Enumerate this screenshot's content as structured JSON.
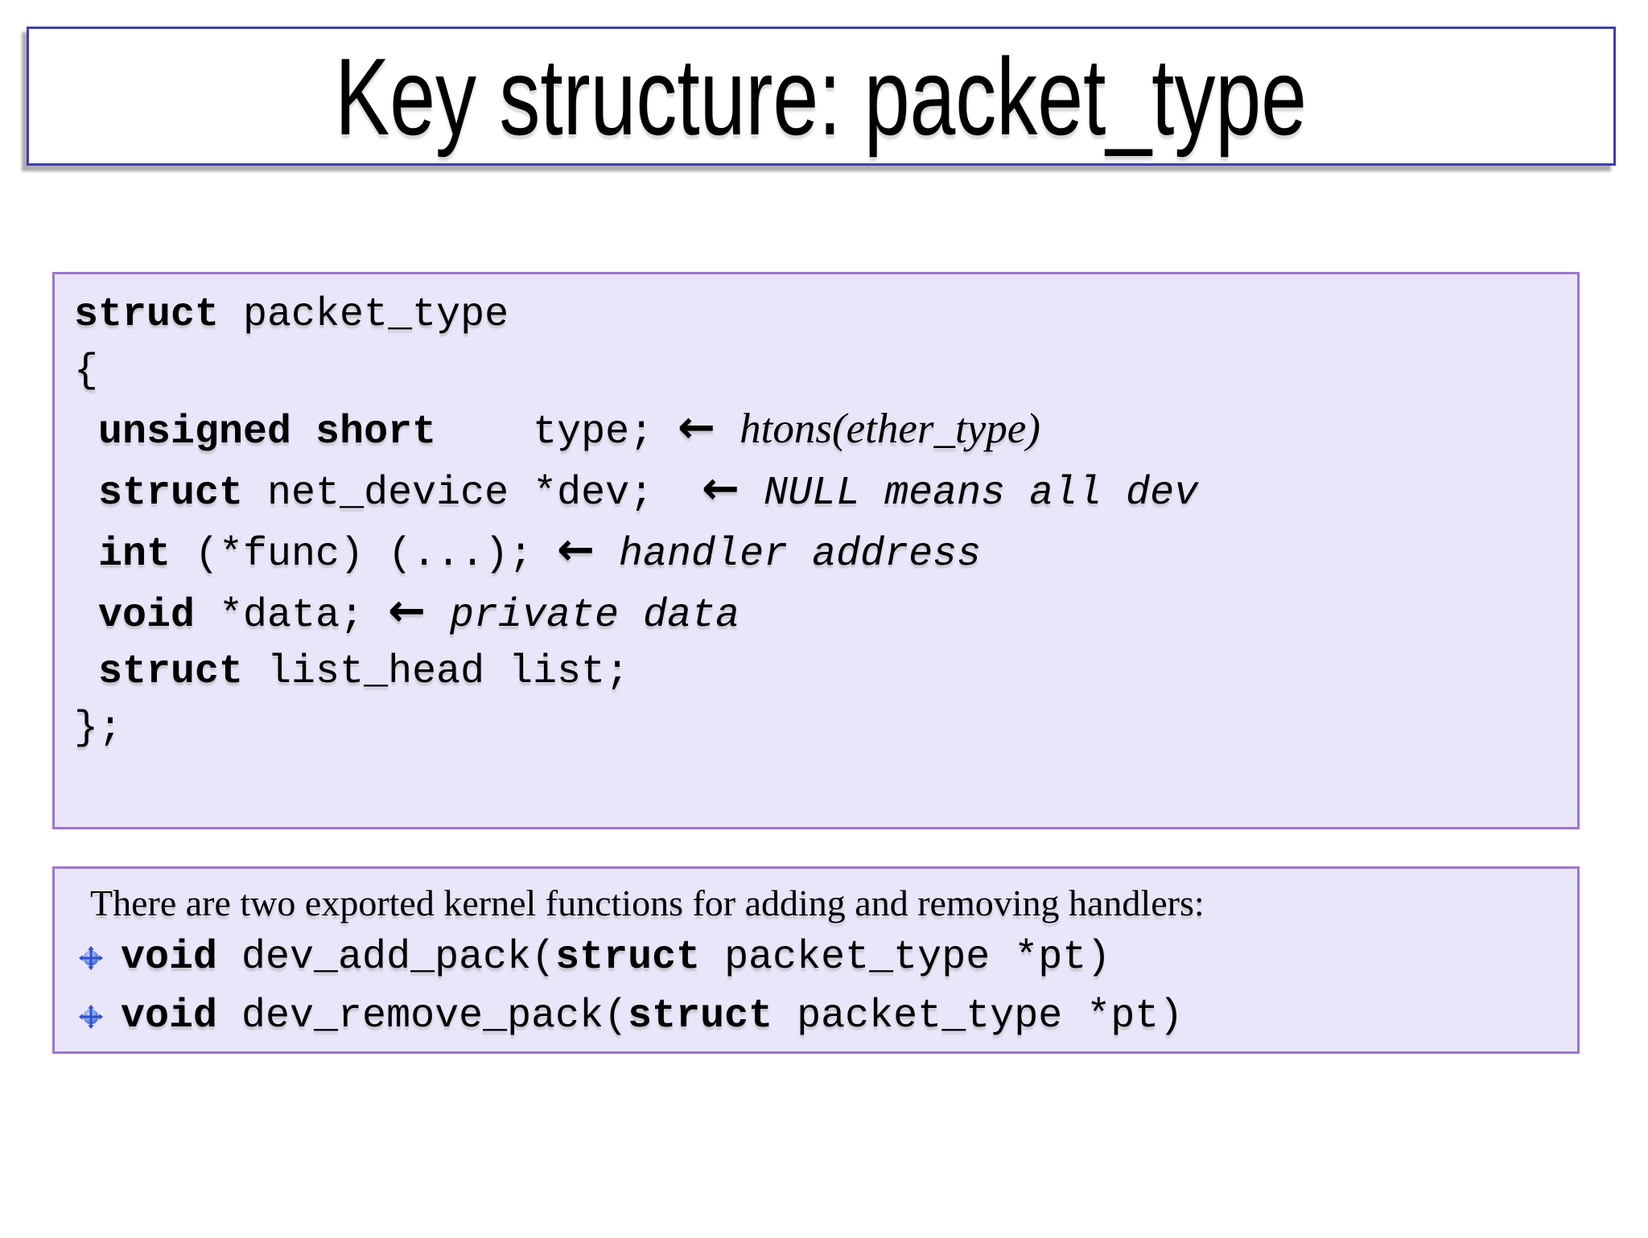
{
  "title": {
    "text": "Key structure: packet_type"
  },
  "code_box": {
    "lines": [
      [
        {
          "t": "struct",
          "s": "kw"
        },
        {
          "t": " packet_type",
          "s": "mono"
        }
      ],
      [
        {
          "t": "{",
          "s": "mono"
        }
      ],
      [
        {
          "t": " ",
          "s": "mono"
        },
        {
          "t": "unsigned short",
          "s": "kw"
        },
        {
          "t": "    type; ",
          "s": "mono"
        },
        {
          "t": "←",
          "s": "arrow"
        },
        {
          "t": " ",
          "s": "mono"
        },
        {
          "t": "htons(ether_type)",
          "s": "serif-comment"
        }
      ],
      [
        {
          "t": " ",
          "s": "mono"
        },
        {
          "t": "struct",
          "s": "kw"
        },
        {
          "t": " net_device *dev;  ",
          "s": "mono"
        },
        {
          "t": "←",
          "s": "arrow"
        },
        {
          "t": " ",
          "s": "mono"
        },
        {
          "t": "NULL means all dev",
          "s": "mono-comment"
        }
      ],
      [
        {
          "t": " ",
          "s": "mono"
        },
        {
          "t": "int",
          "s": "kw"
        },
        {
          "t": " (*func) (...); ",
          "s": "mono"
        },
        {
          "t": "←",
          "s": "arrow"
        },
        {
          "t": " ",
          "s": "mono"
        },
        {
          "t": "handler address",
          "s": "mono-comment"
        }
      ],
      [
        {
          "t": " ",
          "s": "mono"
        },
        {
          "t": "void",
          "s": "kw"
        },
        {
          "t": " *data; ",
          "s": "mono"
        },
        {
          "t": "←",
          "s": "arrow"
        },
        {
          "t": " ",
          "s": "mono"
        },
        {
          "t": "private data",
          "s": "mono-comment"
        }
      ],
      [
        {
          "t": " ",
          "s": "mono"
        },
        {
          "t": "struct",
          "s": "kw"
        },
        {
          "t": " list_head list;",
          "s": "mono"
        }
      ],
      [
        {
          "t": "};",
          "s": "mono"
        }
      ]
    ]
  },
  "bottom_box": {
    "intro": "There are two exported kernel functions for adding and removing handlers:",
    "bullet_icon": "crosshair-orb-icon",
    "functions": [
      [
        {
          "t": "void",
          "s": "kw"
        },
        {
          "t": " dev_add_pack(",
          "s": "mono"
        },
        {
          "t": "struct",
          "s": "kw"
        },
        {
          "t": " packet_type *pt)",
          "s": "mono"
        }
      ],
      [
        {
          "t": "void",
          "s": "kw"
        },
        {
          "t": " dev_remove_pack(",
          "s": "mono"
        },
        {
          "t": "struct",
          "s": "kw"
        },
        {
          "t": " packet_type *pt)",
          "s": "mono"
        }
      ]
    ]
  },
  "colors": {
    "panel_fill": "#eae6f9",
    "panel_border": "#9a76d2",
    "title_border": "#3f3fb0",
    "bullet_cross": "#2d4fd0",
    "bullet_orb": "#7b9cee",
    "text": "#000000"
  }
}
